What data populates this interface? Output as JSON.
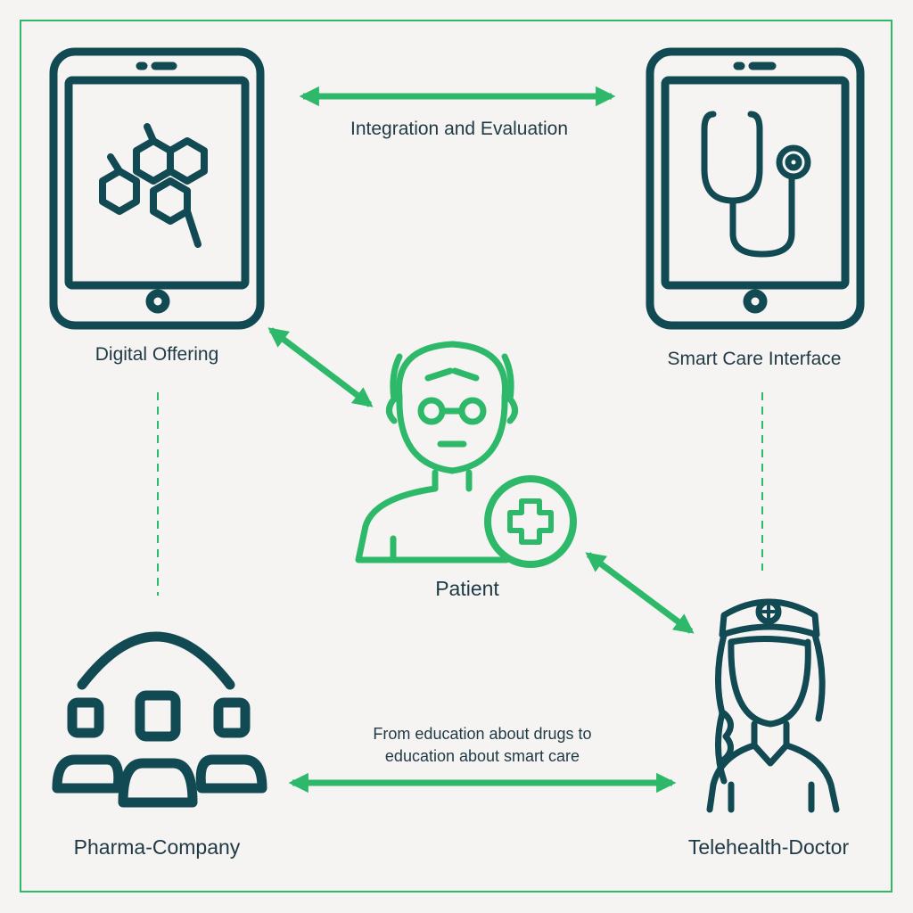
{
  "nodes": {
    "digital_offering": {
      "label": "Digital Offering",
      "icon": "tablet-molecule-icon"
    },
    "smart_care": {
      "label": "Smart Care Interface",
      "icon": "tablet-stethoscope-icon"
    },
    "patient": {
      "label": "Patient",
      "icon": "elderly-patient-plus-icon"
    },
    "pharma": {
      "label": "Pharma-Company",
      "icon": "group-people-icon"
    },
    "doctor": {
      "label": "Telehealth-Doctor",
      "icon": "nurse-doctor-icon"
    }
  },
  "edges": {
    "top": {
      "label": "Integration and Evaluation"
    },
    "bottom": {
      "line1": "From education about drugs to",
      "line2": "education about smart care"
    }
  },
  "colors": {
    "dark": "#114a52",
    "green": "#2eb86a",
    "text": "#1f3a45",
    "background": "#f5f4f2"
  }
}
